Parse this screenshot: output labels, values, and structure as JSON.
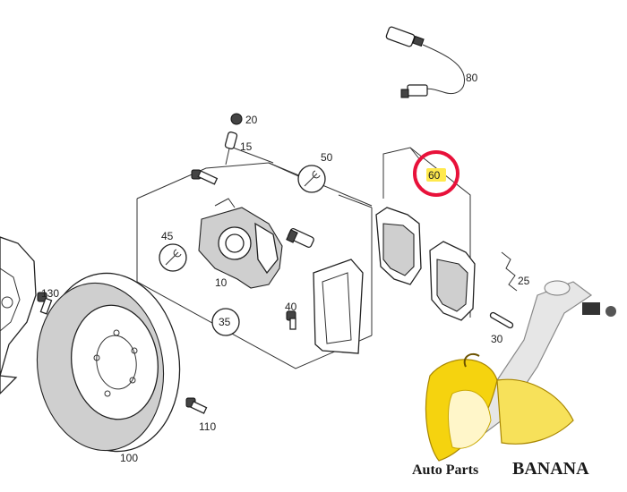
{
  "diagram": {
    "callouts": [
      {
        "id": "20",
        "label": "20"
      },
      {
        "id": "15",
        "label": "15"
      },
      {
        "id": "50",
        "label": "50"
      },
      {
        "id": "60",
        "label": "60"
      },
      {
        "id": "80",
        "label": "80"
      },
      {
        "id": "45",
        "label": "45"
      },
      {
        "id": "10",
        "label": "10"
      },
      {
        "id": "25",
        "label": "25"
      },
      {
        "id": "130",
        "label": "130"
      },
      {
        "id": "40",
        "label": "40"
      },
      {
        "id": "35",
        "label": "35"
      },
      {
        "id": "30",
        "label": "30"
      },
      {
        "id": "110",
        "label": "110"
      },
      {
        "id": "100",
        "label": "100"
      }
    ],
    "highlighted_part": "60",
    "highlight_color": "#e8113a",
    "highlight_fill": "#ffe94d"
  },
  "watermark": {
    "text_prefix": "Auto Parts",
    "text_brand": "BANANA",
    "icon": "banana-logo-icon"
  }
}
